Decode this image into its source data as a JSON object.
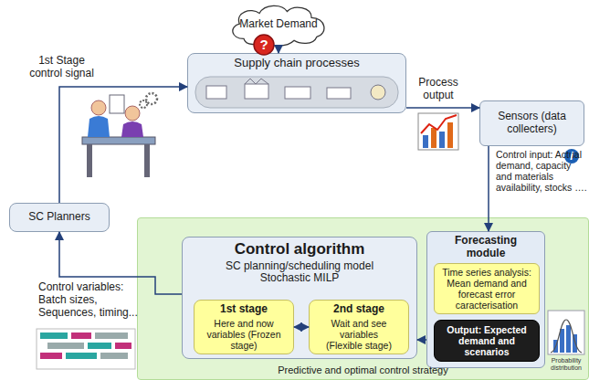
{
  "diagram": {
    "nodes": [
      {
        "text": [
          "Market Demand"
        ]
      },
      {
        "text": [
          "Supply chain processes"
        ]
      },
      {
        "text": [
          "Sensors (data collecters)"
        ]
      },
      {
        "text": [
          "SC Planners"
        ]
      },
      {
        "text": [
          "Predictive and optimal control strategy"
        ]
      },
      {
        "text": [
          "Control algorithm",
          "SC planning/scheduling model Stochastic MILP"
        ],
        "in": 4
      },
      {
        "text": [
          "1st stage",
          "Here and now variables (Frozen stage)"
        ],
        "in": 5
      },
      {
        "text": [
          "2nd stage",
          "Wait and see variables (Flexible stage)"
        ],
        "in": 5
      },
      {
        "text": [
          "Forecasting module"
        ],
        "in": 4
      },
      {
        "text": [
          "Time series analysis: Mean demand and forecast error caracterisation"
        ],
        "in": 8
      },
      {
        "text": [
          "Output: Expected demand and scenarios"
        ],
        "in": 8
      }
    ],
    "edges": [
      {
        "from": 0,
        "to": 1,
        "arrow": "to"
      },
      {
        "from": 3,
        "to": 1,
        "label": "1st Stage control signal",
        "arrow": "to"
      },
      {
        "from": 1,
        "to": 2,
        "label": "Process output",
        "arrow": "to"
      },
      {
        "from": 2,
        "to": 8,
        "label": "Control input: Actual demand, capacity and materials availability, stocks ….",
        "arrow": "to"
      },
      {
        "from": 8,
        "to": 5,
        "arrow": "to"
      },
      {
        "from": 6,
        "to": 7,
        "arrow": "both"
      },
      {
        "from": 5,
        "to": 3,
        "label": "Control variables: Batch sizes, Sequences, timing...",
        "arrow": "to"
      }
    ],
    "labels": [
      "?",
      "i",
      "Probability distribution"
    ]
  }
}
